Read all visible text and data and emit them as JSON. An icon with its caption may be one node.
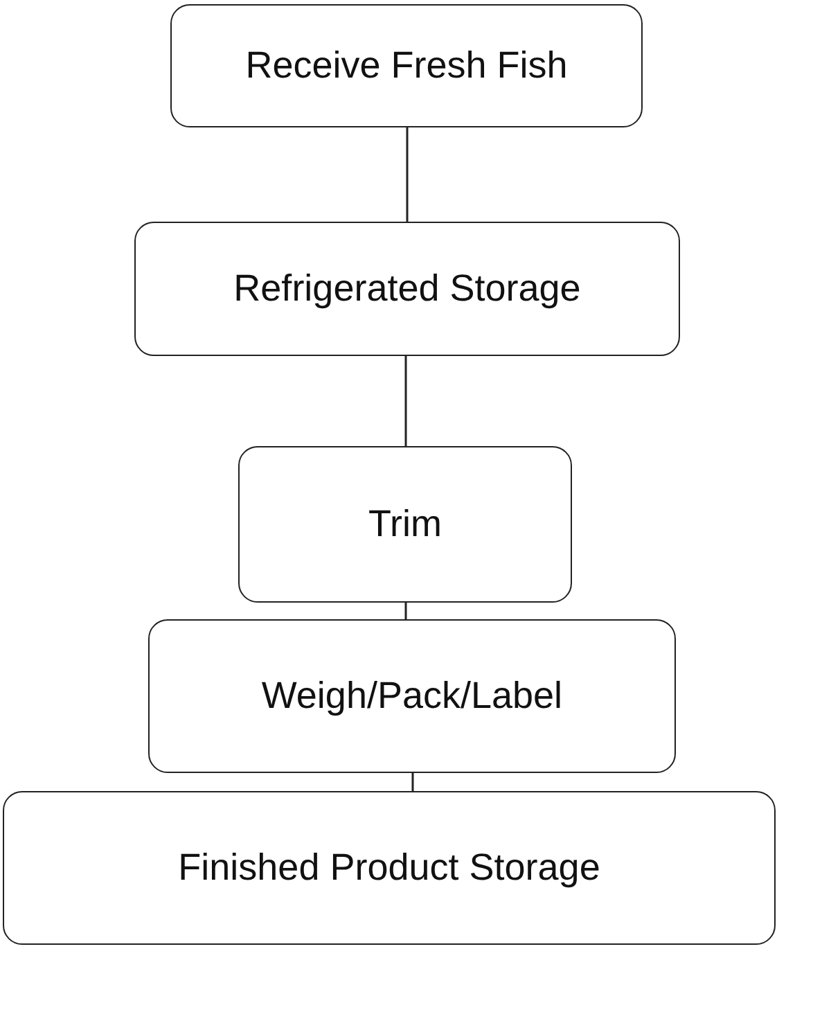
{
  "diagram": {
    "nodes": [
      {
        "text": [
          "Receive Fresh Fish"
        ]
      },
      {
        "text": [
          "Refrigerated Storage"
        ]
      },
      {
        "text": [
          "Trim"
        ]
      },
      {
        "text": [
          "Weigh/Pack/Label"
        ]
      },
      {
        "text": [
          "Finished Product Storage"
        ]
      }
    ],
    "edges": [
      {
        "from": 0,
        "to": 1,
        "arrow": "none"
      },
      {
        "from": 1,
        "to": 2,
        "arrow": "none"
      },
      {
        "from": 2,
        "to": 3,
        "arrow": "none"
      },
      {
        "from": 3,
        "to": 4,
        "arrow": "none"
      }
    ]
  }
}
